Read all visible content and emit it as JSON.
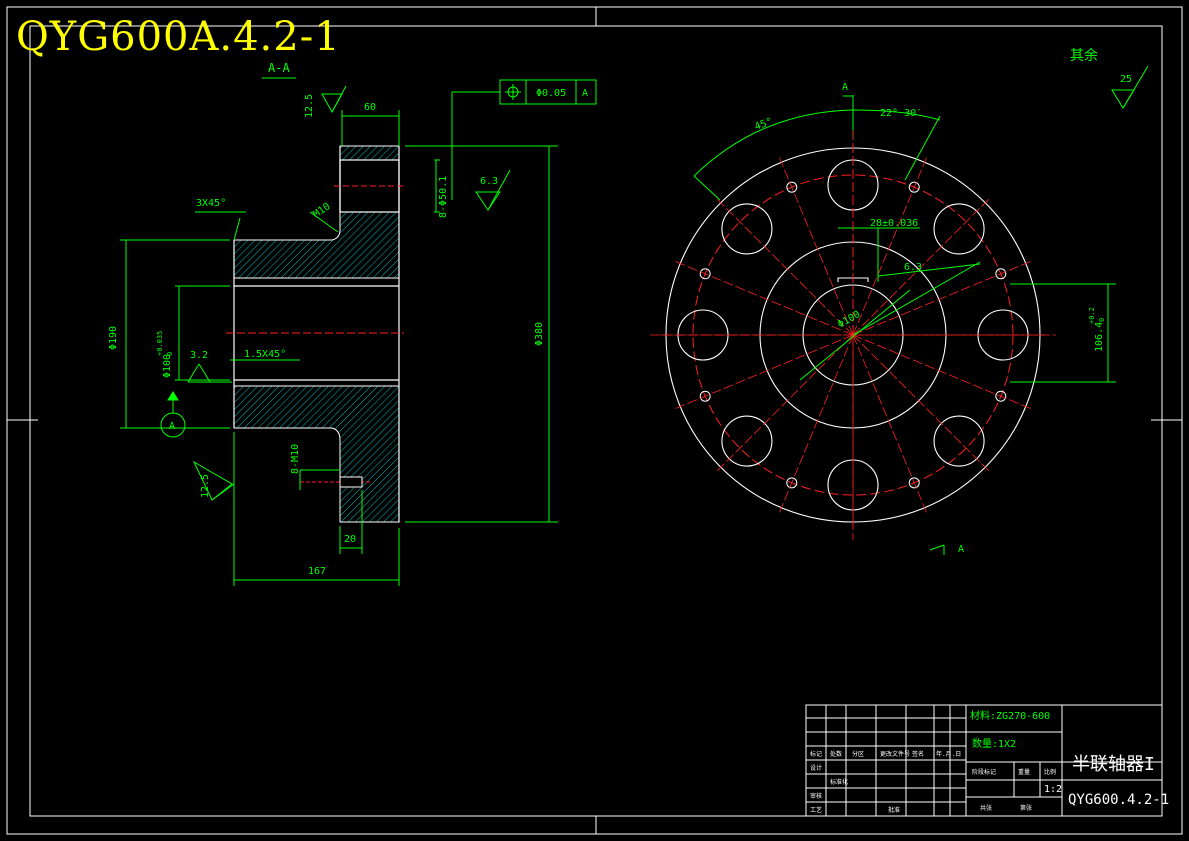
{
  "drawing_code_title": "QYG600A.4.2-1",
  "section_label": "A-A",
  "surface_note": "其余",
  "dims": {
    "roughness_12_5_top": "12.5",
    "width_60": "60",
    "chamfer_3x45": "3X45°",
    "thread_m10": "M10",
    "hole_circle": "8-Φ50.1",
    "roughness_6_3": "6.3",
    "gdt_position": "Φ0.05",
    "gdt_datum": "A",
    "d190": "Φ190",
    "d100": "Φ100",
    "d100_tol_upper": "+0.035",
    "d100_tol_lower": "0",
    "roughness_3_2": "3.2",
    "chamfer_1_5x45": "1.5X45°",
    "d380": "Φ380",
    "roughness_12_5_bottom": "12.5",
    "thread_8m10": "8-M10",
    "depth_20": "20",
    "length_167": "167",
    "datum_a": "A",
    "roughness_25": "25",
    "angle_45": "45°",
    "angle_22_30": "22° 30′",
    "section_a_top": "A",
    "key_28": "28±0.036",
    "key_rough": "6.3",
    "bore_d100": "Φ100",
    "keyway_106": "106.4",
    "keyway_tol": "+0.2",
    "keyway_tol2": "0",
    "section_a_bottom": "A"
  },
  "title_block": {
    "material": "材料:ZG270-600",
    "quantity": "数量:1X2",
    "part_name": "半联轴器I",
    "drawing_no": "QYG600.4.2-1",
    "scale": "1:2",
    "header_labels": [
      "标记",
      "处数",
      "分区",
      "更改文件号",
      "签名",
      "年.月.日"
    ],
    "row_labels": [
      "设计",
      "标准化",
      "审核",
      "工艺",
      "批准"
    ],
    "right_labels": [
      "阶段标记",
      "重量",
      "比例",
      "共张",
      "第张"
    ]
  },
  "colors": {
    "border": "#ffffff",
    "dimension": "#00ff00",
    "centerline": "#ff0000",
    "title_yellow": "#ffff00",
    "background": "#000000",
    "hatch": "#00c8c8"
  }
}
